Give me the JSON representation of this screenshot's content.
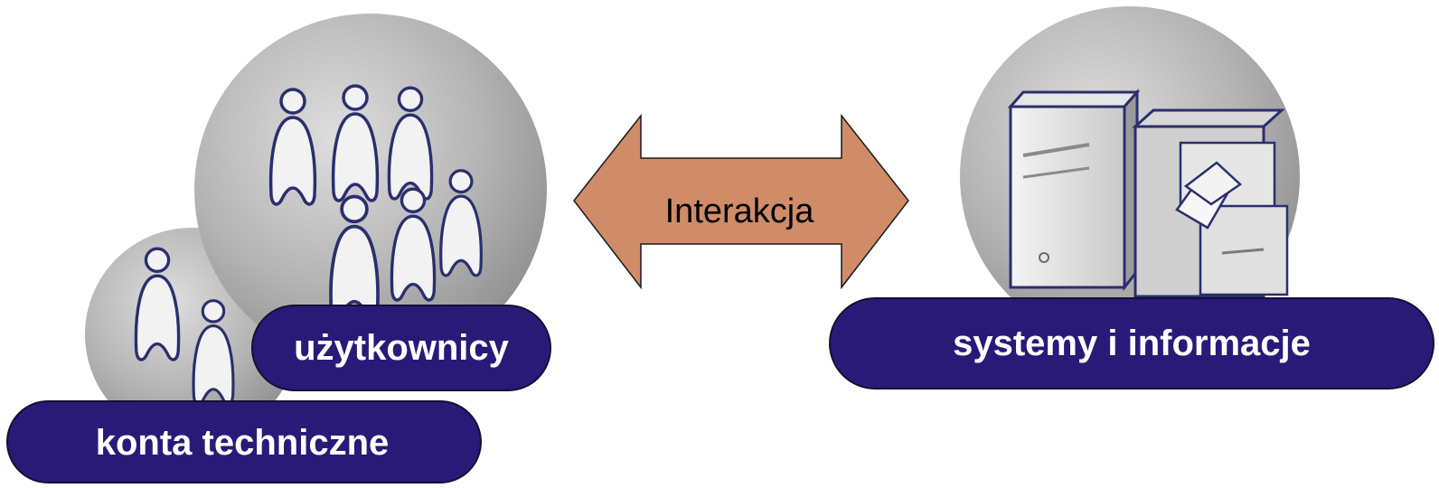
{
  "diagram": {
    "users_label": "użytkownicy",
    "tech_accounts_label": "konta techniczne",
    "interaction_label": "Interakcja",
    "systems_label": "systemy i informacje"
  },
  "colors": {
    "pill_fill": "#2a1a78",
    "arrow_fill": "#d08c68",
    "circle_gray": "#a9a9a9"
  },
  "icons": [
    "person-icon",
    "server-tower-icon",
    "filing-cabinet-icon",
    "document-icon"
  ]
}
